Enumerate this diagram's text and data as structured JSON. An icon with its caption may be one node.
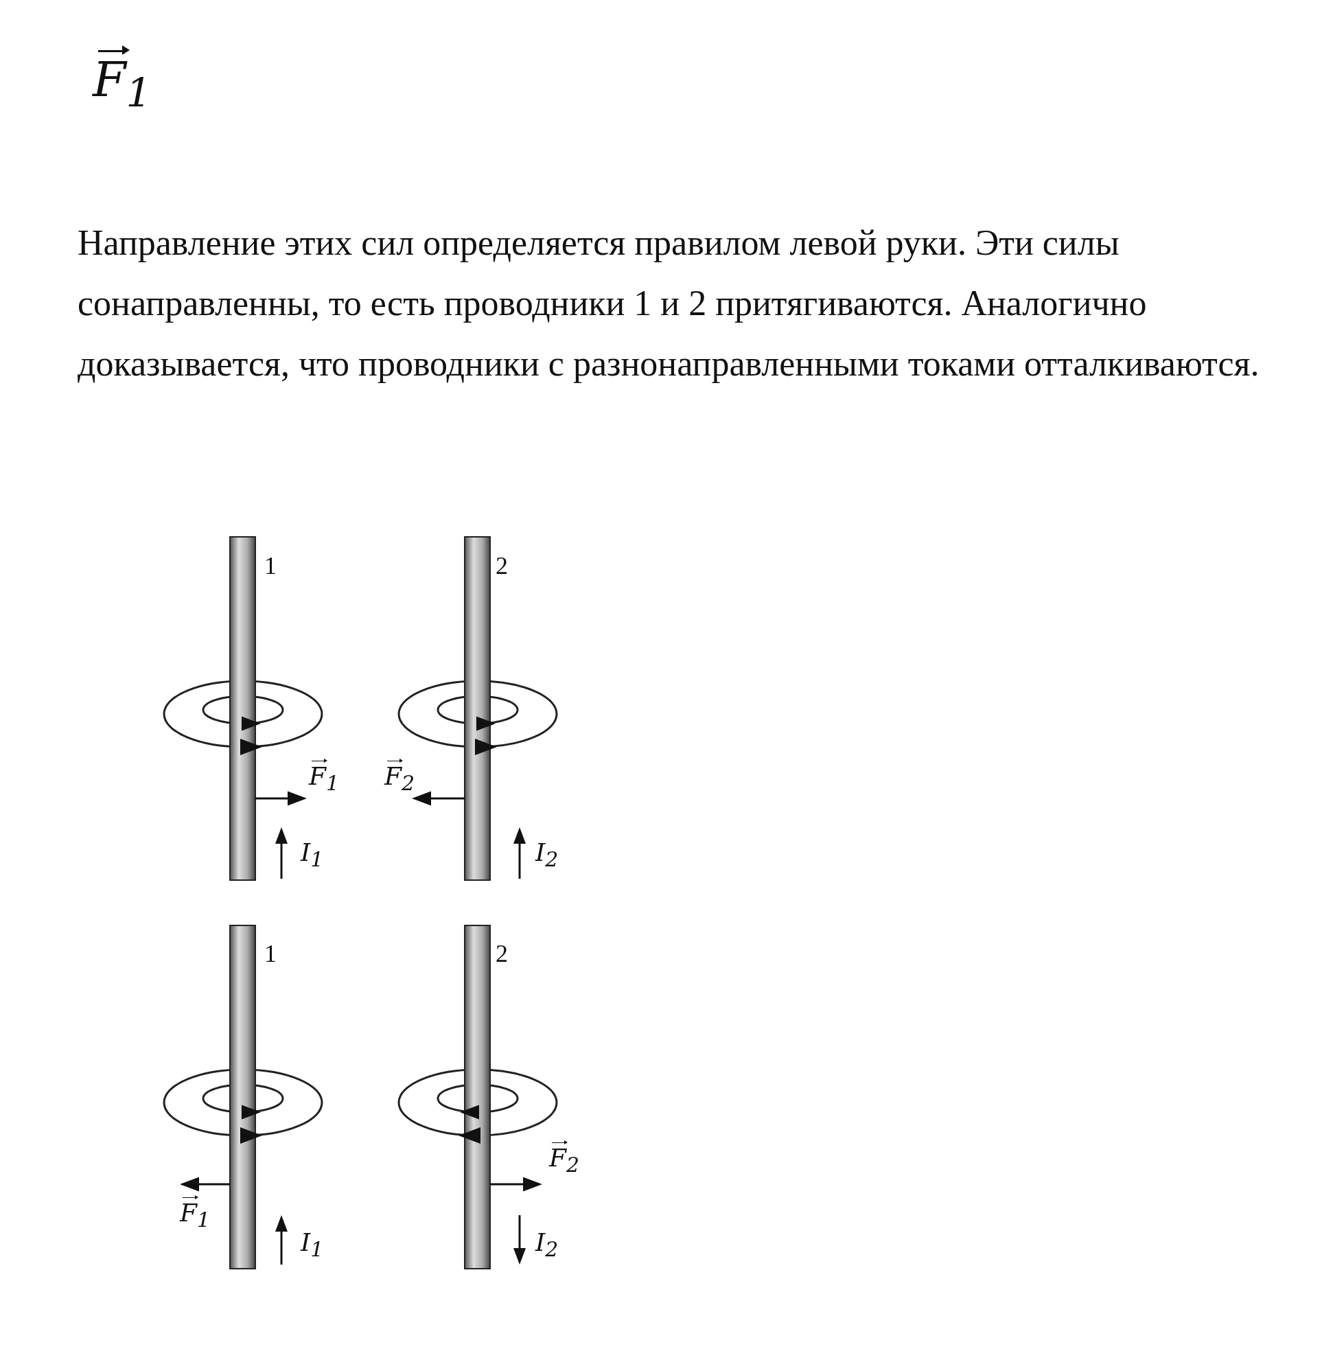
{
  "diagram": {
    "labels": [
      "F$_{1}$",
      "Направление этих сил определяется правилом левой руки. Эти силы сонаправленны, то есть проводники 1 и 2 притягиваются. Аналогично доказывается, что проводники с разнонаправленными токами отталкиваются.",
      "1",
      "2",
      "F$_{1}$",
      "F$_{2}$",
      "I$_{1}$",
      "I$_{2}$",
      "1",
      "2",
      "F$_{1}$",
      "F$_{2}$",
      "I$_{1}$",
      "I$_{2}$"
    ]
  }
}
